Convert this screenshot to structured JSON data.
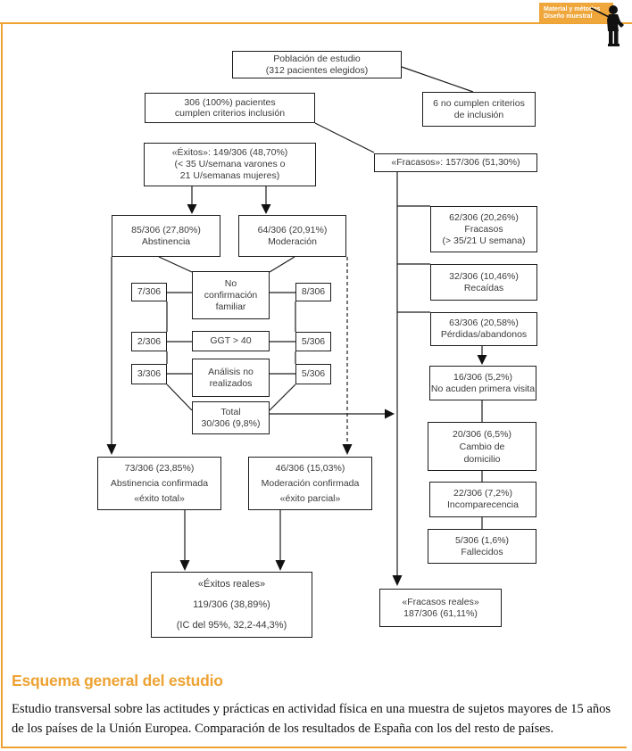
{
  "tab": {
    "line1": "Material y métodos",
    "line2": "Diseño muestral"
  },
  "colors": {
    "accent": "#EDA232",
    "line": "#1c1c1c",
    "box_text": "#3a3a3a"
  },
  "flow": {
    "poblacion": [
      "Población de estudio",
      "(312 pacientes elegidos)"
    ],
    "cumplen": [
      "306 (100%) pacientes",
      "cumplen criterios inclusión"
    ],
    "no_cumplen": [
      "6 no cumplen criterios",
      "de inclusión"
    ],
    "exitos": [
      "«Éxitos»: 149/306 (48,70%)",
      "(< 35 U/semana varones o",
      "21 U/semanas mujeres)"
    ],
    "fracasos": [
      "«Fracasos»: 157/306 (51,30%)"
    ],
    "abstinencia": [
      "85/306 (27,80%)",
      "Abstinencia"
    ],
    "moderacion": [
      "64/306 (20,91%)",
      "Moderación"
    ],
    "fracasos_62": [
      "62/306 (20,26%)",
      "Fracasos",
      "(> 35/21 U semana)"
    ],
    "recaidas": [
      "32/306 (10,46%)",
      "Recaídas"
    ],
    "perdidas": [
      "63/306 (20,58%)",
      "Pérdidas/abandonos"
    ],
    "no_acuden": [
      "16/306 (5,2%)",
      "No acuden primera visita"
    ],
    "cambio": [
      "20/306 (6,5%)",
      "Cambio de",
      "domicilio"
    ],
    "incomparecencia": [
      "22/306 (7,2%)",
      "Incomparecencia"
    ],
    "fallecidos": [
      "5/306 (1,6%)",
      "Fallecidos"
    ],
    "n7": [
      "7/306"
    ],
    "n8": [
      "8/306"
    ],
    "n2": [
      "2/306"
    ],
    "n5a": [
      "5/306"
    ],
    "n3": [
      "3/306"
    ],
    "n5b": [
      "5/306"
    ],
    "no_confirmacion": [
      "No",
      "confirmación",
      "familiar"
    ],
    "ggt": [
      "GGT > 40"
    ],
    "analisis": [
      "Análisis no",
      "realizados"
    ],
    "total": [
      "Total",
      "30/306 (9,8%)"
    ],
    "abst_confirmada": [
      "73/306 (23,85%)",
      "Abstinencia confirmada",
      "«éxito total»"
    ],
    "mod_confirmada": [
      "46/306 (15,03%)",
      "Moderación confirmada",
      "«éxito parcial»"
    ],
    "exitos_reales": [
      "«Éxitos reales»",
      "119/306 (38,89%)",
      "(IC del 95%, 32,2-44,3%)"
    ],
    "fracasos_reales": [
      "«Fracasos reales»",
      "187/306 (61,11%)"
    ]
  },
  "footer": {
    "heading": "Esquema general del estudio",
    "body": "Estudio transversal sobre las actitudes y prácticas en actividad física en una muestra de sujetos mayores de 15 años de los países de la Unión Europea. Comparación de los resultados de España con los del resto de países."
  }
}
